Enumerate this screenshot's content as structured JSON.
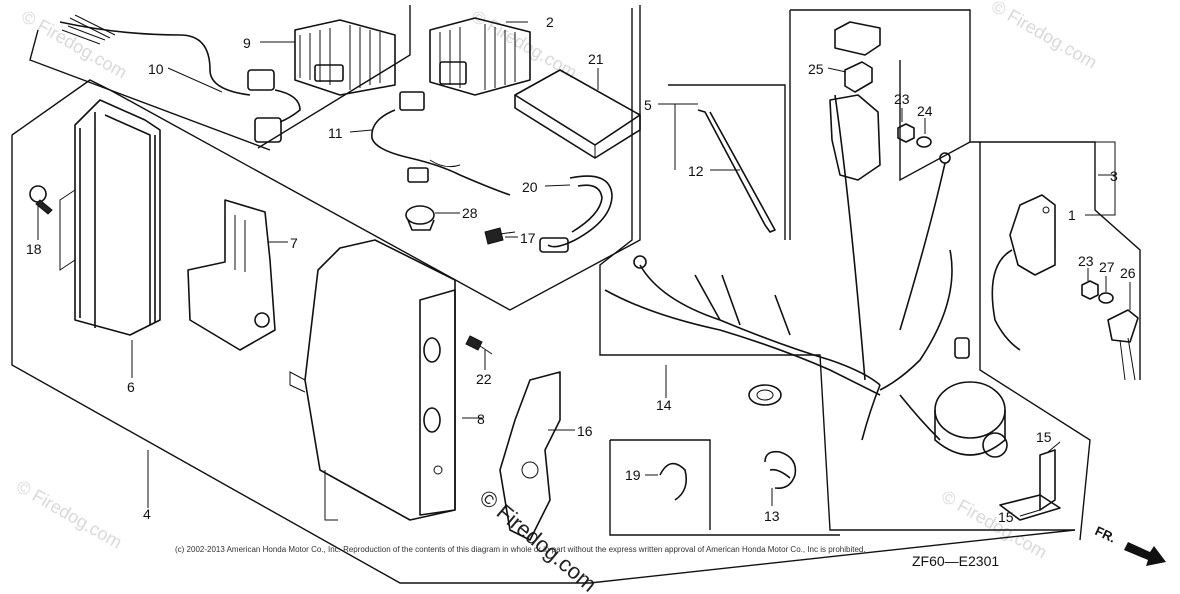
{
  "diagram": {
    "code": "ZF60—E2301",
    "direction_label": "FR.",
    "copyright": "(c) 2002-2013 American Honda Motor Co., Inc. Reproduction of the contents of this diagram in whole or in part without the express written approval of American Honda Motor Co., Inc is prohibited.",
    "watermark": "© Firedog.com",
    "watermark_bottom": "© Firedog.com",
    "callouts": {
      "n1": "1",
      "n2": "2",
      "n3": "3",
      "n4": "4",
      "n5": "5",
      "n6": "6",
      "n7": "7",
      "n8": "8",
      "n9": "9",
      "n10": "10",
      "n11": "11",
      "n12": "12",
      "n13": "13",
      "n14": "14",
      "n15a": "15",
      "n15b": "15",
      "n16": "16",
      "n17": "17",
      "n18": "18",
      "n19": "19",
      "n20": "20",
      "n21": "21",
      "n22": "22",
      "n23a": "23",
      "n23b": "23",
      "n24": "24",
      "n25": "25",
      "n26": "26",
      "n27": "27",
      "n28": "28"
    }
  }
}
